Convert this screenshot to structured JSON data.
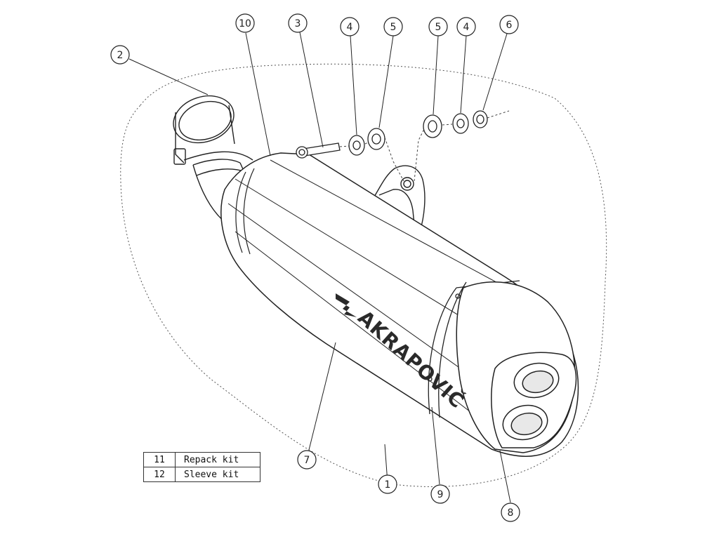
{
  "brand": {
    "logo_text": "AKRAPOVIČ"
  },
  "callouts": [
    {
      "id": "callout-1",
      "label": "1"
    },
    {
      "id": "callout-2",
      "label": "2"
    },
    {
      "id": "callout-3",
      "label": "3"
    },
    {
      "id": "callout-4a",
      "label": "4"
    },
    {
      "id": "callout-4b",
      "label": "4"
    },
    {
      "id": "callout-5a",
      "label": "5"
    },
    {
      "id": "callout-5b",
      "label": "5"
    },
    {
      "id": "callout-6",
      "label": "6"
    },
    {
      "id": "callout-7",
      "label": "7"
    },
    {
      "id": "callout-8",
      "label": "8"
    },
    {
      "id": "callout-9",
      "label": "9"
    },
    {
      "id": "callout-10",
      "label": "10"
    }
  ],
  "kits": [
    {
      "number": "11",
      "name": "Repack kit"
    },
    {
      "number": "12",
      "name": "Sleeve kit"
    }
  ]
}
